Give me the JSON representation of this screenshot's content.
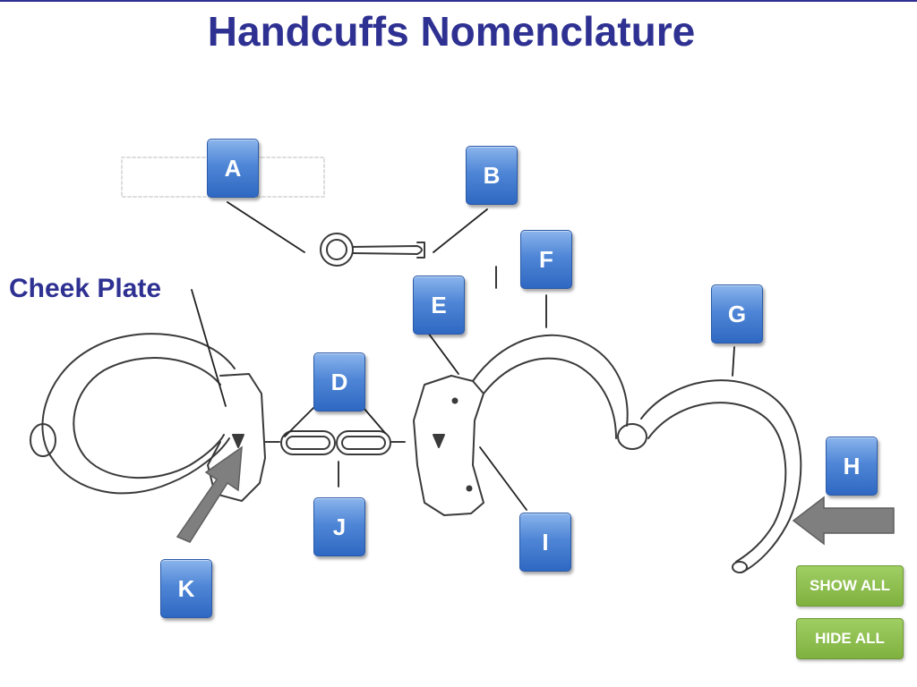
{
  "title": "Handcuffs Nomenclature",
  "cheek_plate_label": "Cheek Plate",
  "labels": {
    "A": "A",
    "B": "B",
    "D": "D",
    "E": "E",
    "F": "F",
    "G": "G",
    "H": "H",
    "I": "I",
    "J": "J",
    "K": "K"
  },
  "buttons": {
    "show_all": "SHOW ALL",
    "hide_all": "HIDE ALL"
  },
  "colors": {
    "title": "#2e3192",
    "label_box": "#4f86d6",
    "button": "#8cbd4f",
    "arrow": "#7f7f7f"
  }
}
